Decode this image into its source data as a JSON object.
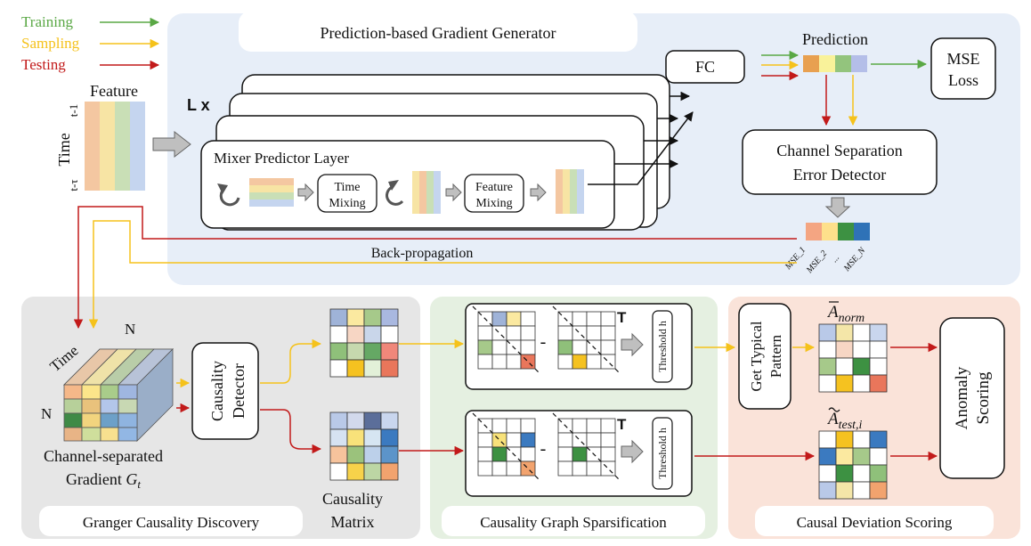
{
  "legend": {
    "training": "Training",
    "sampling": "Sampling",
    "testing": "Testing"
  },
  "colors": {
    "training": "#5aa845",
    "sampling": "#f5c21b",
    "testing": "#c21a1a",
    "bg_top": "#e7eef8",
    "bg_left": "#e6e6e6",
    "bg_mid": "#e5f0e1",
    "bg_right": "#fae3d9"
  },
  "top": {
    "title": "Prediction-based Gradient Generator",
    "feature": "Feature",
    "time": "Time",
    "t_minus_1": "t-1",
    "t_minus_tau": "t-τ",
    "lx": "L x",
    "mixer_title": "Mixer Predictor Layer",
    "time_mixing": [
      "Time",
      "Mixing"
    ],
    "feature_mixing": [
      "Feature",
      "Mixing"
    ],
    "fc": "FC",
    "prediction": "Prediction",
    "mse_loss": [
      "MSE",
      "Loss"
    ],
    "csed": [
      "Channel Separation",
      "Error Detector"
    ],
    "mse_labels": [
      "MSE_1",
      "MSE_2",
      "...",
      "MSE_N"
    ],
    "backprop": "Back-propagation"
  },
  "granger": {
    "caption": "Granger Causality Discovery",
    "cube_time": "Time",
    "cube_n_top": "N",
    "cube_n_left": "N",
    "gradient_line1": "Channel-separated",
    "gradient_line2": "Gradient",
    "gradient_symbol": "G",
    "gradient_sub": "t",
    "detector": [
      "Causality",
      "Detector"
    ],
    "matrix": [
      "Causality",
      "Matrix"
    ]
  },
  "sparsification": {
    "caption": "Causality Graph Sparsification",
    "minus": "-",
    "transpose": "T",
    "threshold": "Threshold h"
  },
  "deviation": {
    "caption": "Causal Deviation Scoring",
    "typical": [
      "Get Typical",
      "Pattern"
    ],
    "a_norm_base": "A",
    "a_norm_sub": "norm",
    "a_test_base": "A",
    "a_test_sub": "test,i",
    "anomaly": [
      "Anomaly",
      "Scoring"
    ]
  }
}
